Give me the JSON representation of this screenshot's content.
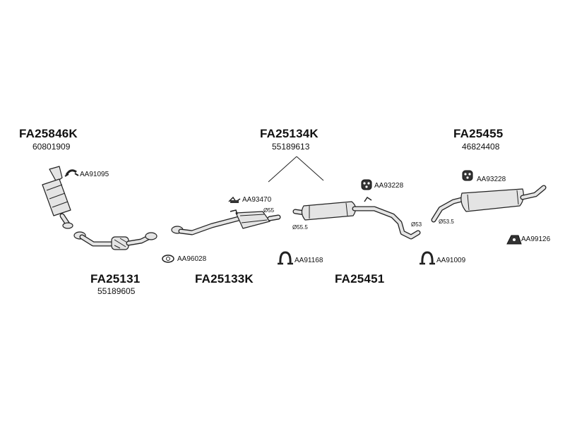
{
  "groups": [
    {
      "part": "FA25846K",
      "ref": "60801909"
    },
    {
      "part": "FA25134K",
      "ref": "55189613"
    },
    {
      "part": "FA25455",
      "ref": "46824408"
    },
    {
      "part": "FA25131",
      "ref": "55189605"
    },
    {
      "part": "FA25133K",
      "ref": ""
    },
    {
      "part": "FA25451",
      "ref": ""
    }
  ],
  "accessories": [
    "AA91095",
    "AA93470",
    "AA93228",
    "AA93228",
    "AA96028",
    "AA91168",
    "AA91009",
    "AA99126"
  ],
  "diameters": [
    "Ø55",
    "Ø55.5",
    "Ø53",
    "Ø53.5"
  ]
}
